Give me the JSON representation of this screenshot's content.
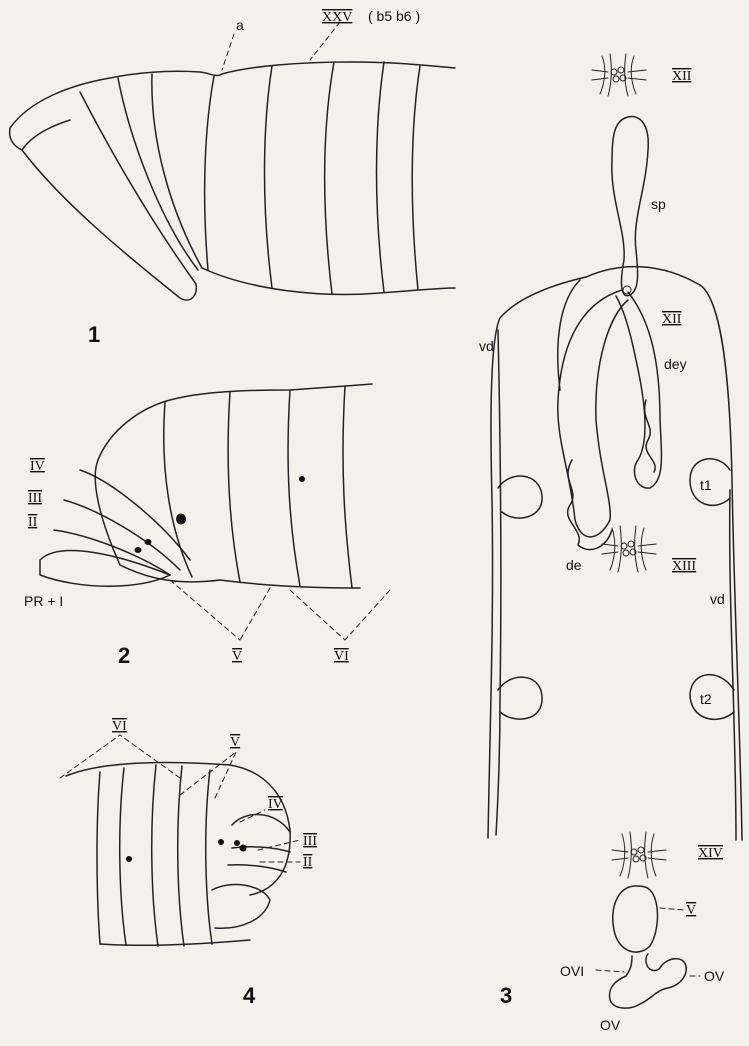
{
  "fig1": {
    "number": "1",
    "label_a": "a",
    "label_segment": "XXV",
    "label_bristles": "( b5 b6 )"
  },
  "fig2": {
    "number": "2",
    "labels": [
      "IV",
      "III",
      "II",
      "PR + I",
      "V",
      "VI"
    ]
  },
  "fig3": {
    "number": "3",
    "label_XII_top": "XII",
    "label_XII": "XII",
    "label_XIII": "XIII",
    "label_XIV": "XIV",
    "label_sp": "sp",
    "label_vd_left": "vd",
    "label_vd_right": "vd",
    "label_dey": "dey",
    "label_de": "de",
    "label_t1": "t1",
    "label_t2": "t2",
    "label_V": "V",
    "label_OVI": "OVI",
    "label_OV_right": "OV",
    "label_OV_bottom": "OV"
  },
  "fig4": {
    "number": "4",
    "labels": [
      "VI",
      "V",
      "IV",
      "III",
      "II"
    ]
  }
}
